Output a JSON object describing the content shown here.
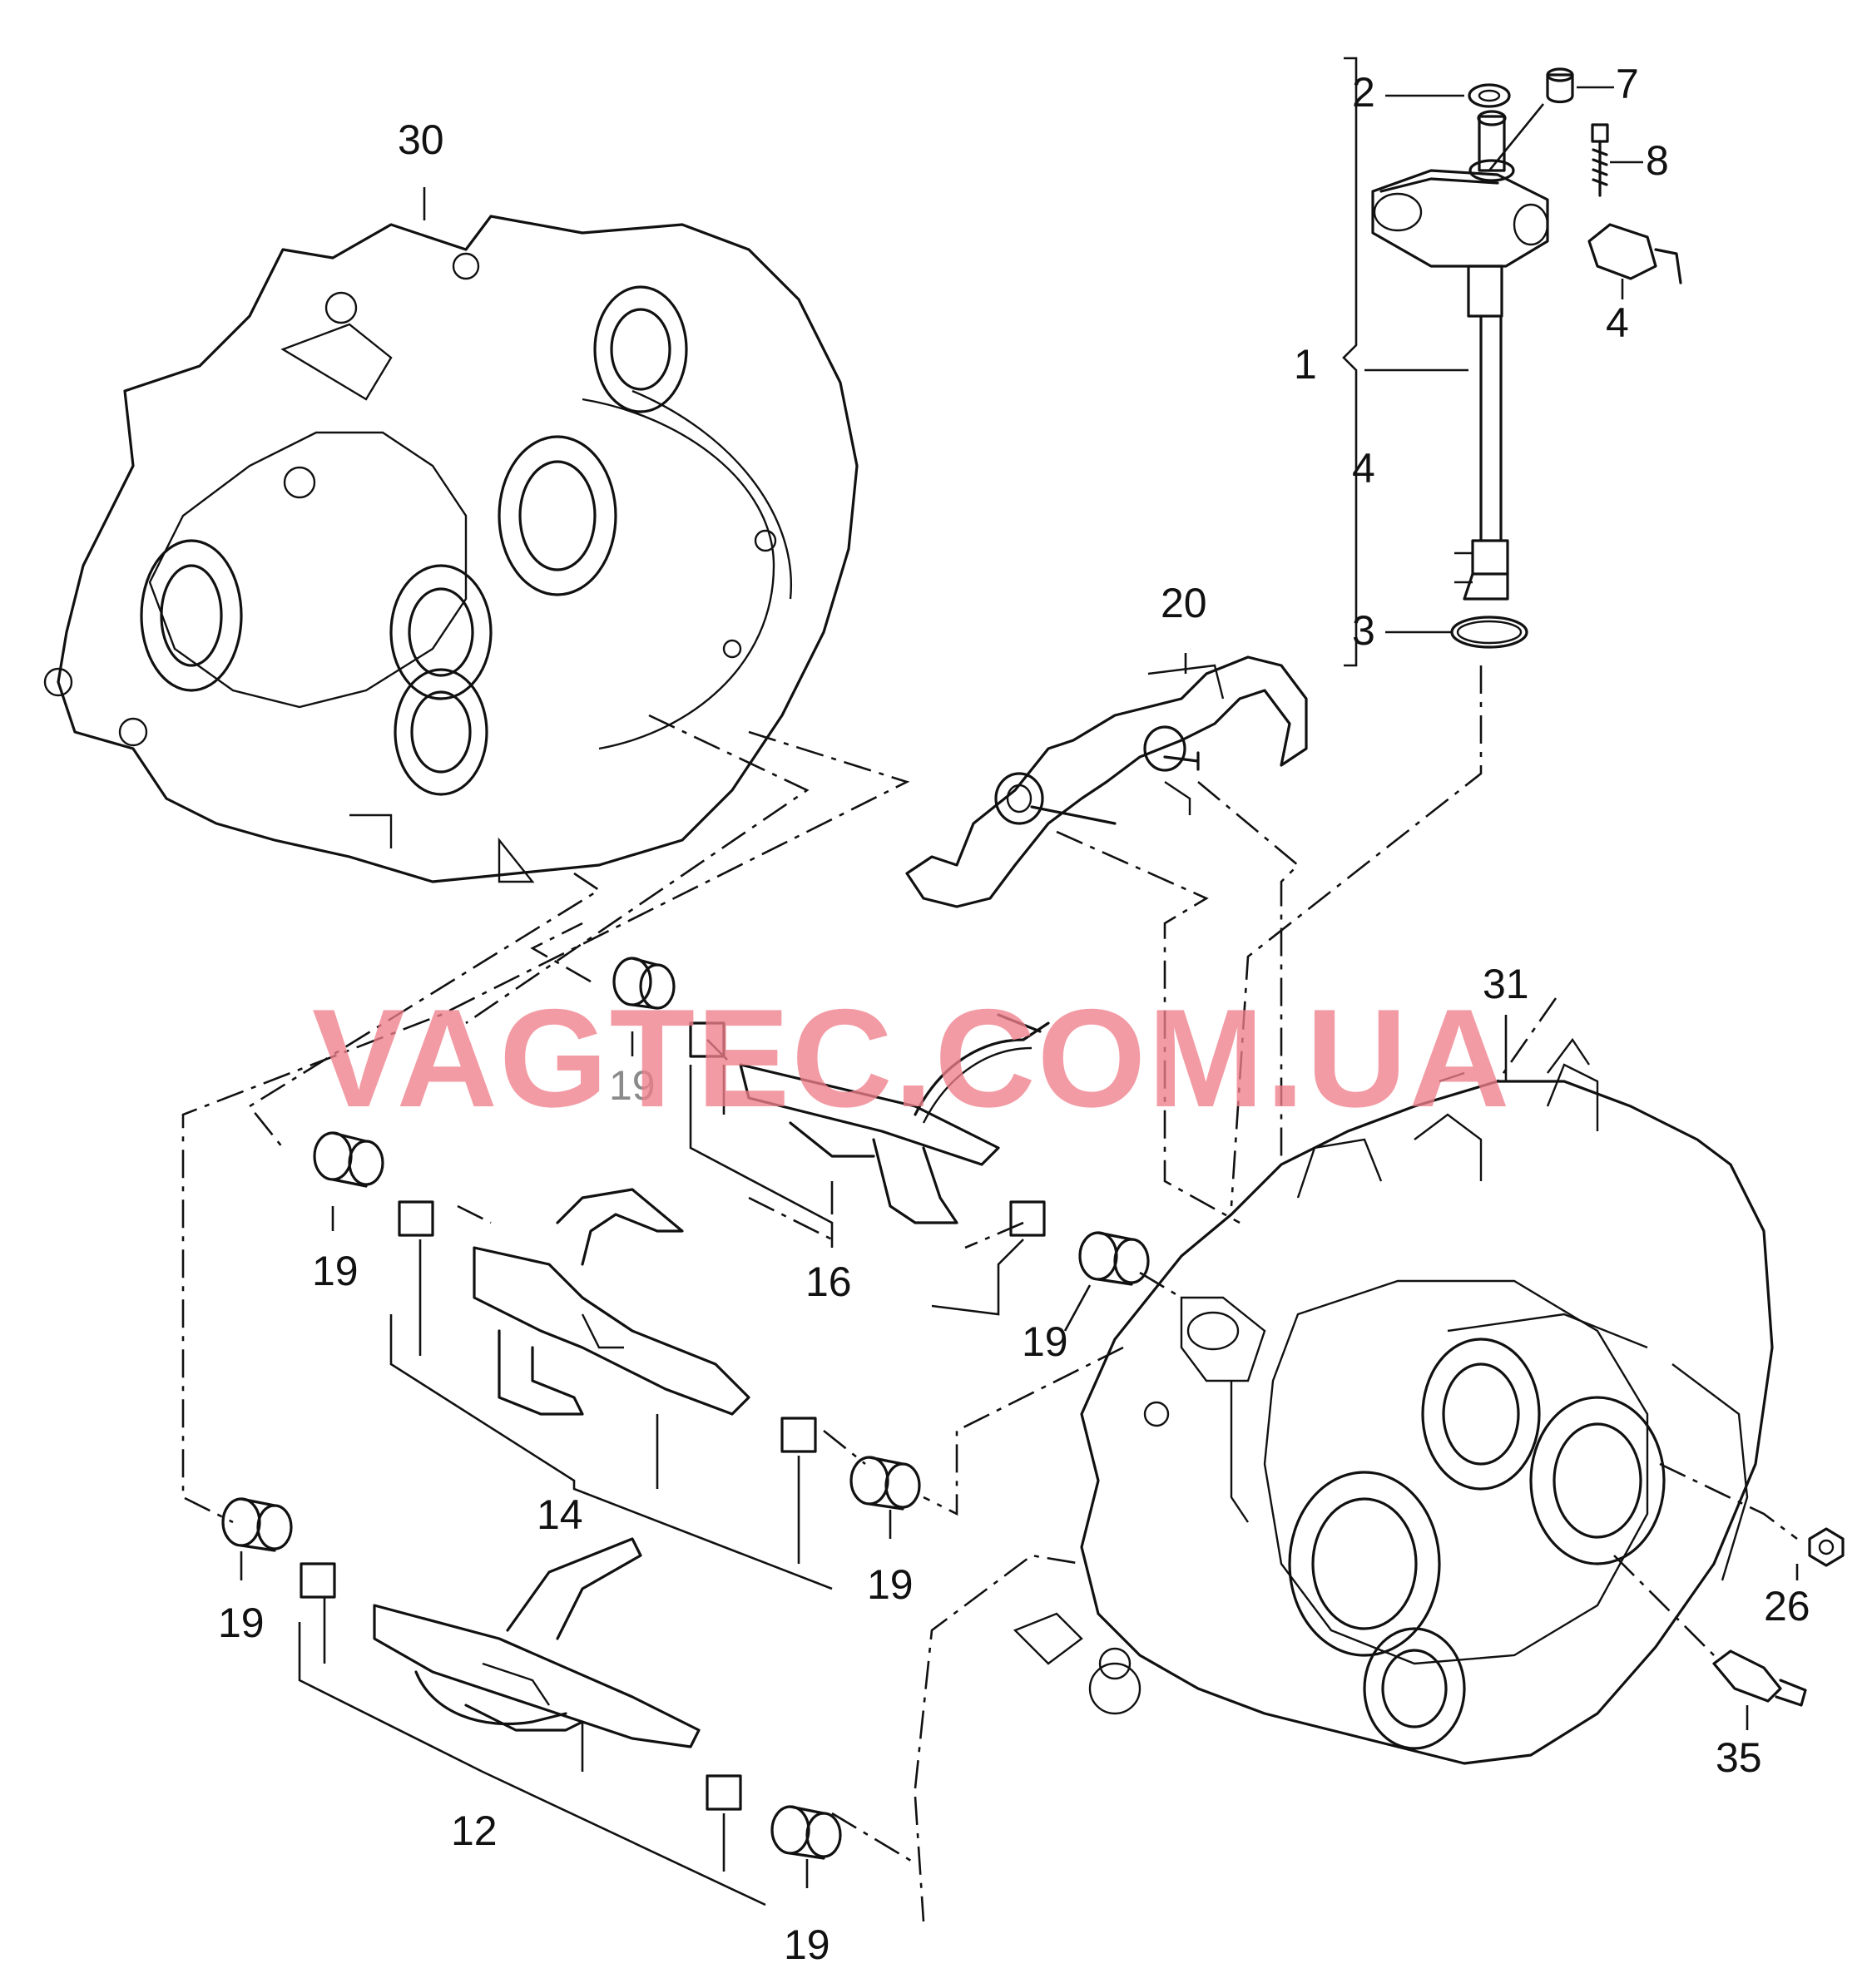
{
  "watermark": "VAGTEC.COM.UA",
  "callouts": {
    "c1": "1",
    "c2": "2",
    "c3": "3",
    "c4a": "4",
    "c4b": "4",
    "c7": "7",
    "c8": "8",
    "c12": "12",
    "c14": "14",
    "c16": "16",
    "c19a": "19",
    "c19b": "19",
    "c19c": "19",
    "c19d": "19",
    "c19e": "19",
    "c19f": "19",
    "c20": "20",
    "c26": "26",
    "c30": "30",
    "c31": "31",
    "c35": "35"
  }
}
